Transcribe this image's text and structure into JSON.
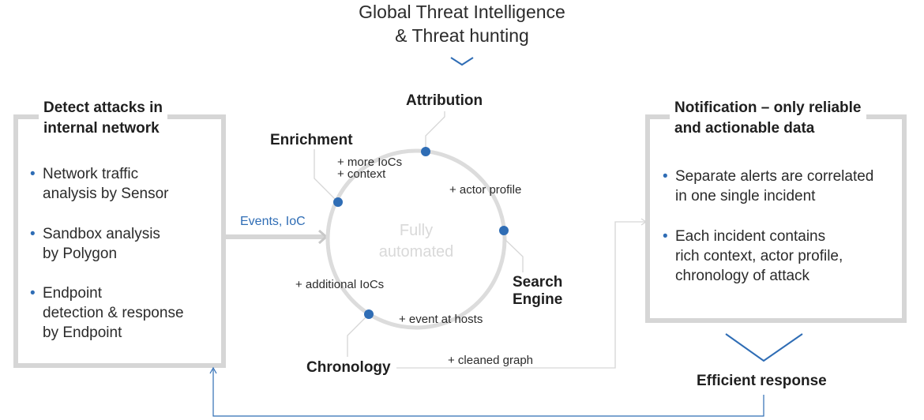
{
  "header": {
    "line1": "Global Threat Intelligence",
    "line2": "& Threat hunting"
  },
  "left_box": {
    "title_line1": "Detect attacks in",
    "title_line2": "internal network",
    "bullets": [
      {
        "line1": "Network traffic",
        "line2": "analysis by Sensor",
        "line3": ""
      },
      {
        "line1": "Sandbox analysis",
        "line2": "by Polygon",
        "line3": ""
      },
      {
        "line1": "Endpoint",
        "line2": "detection & response",
        "line3": "by Endpoint"
      }
    ]
  },
  "right_box": {
    "title_line1": "Notification – only reliable",
    "title_line2": "and actionable data",
    "bullets": [
      {
        "line1": "Separate alerts are correlated",
        "line2": "in one single incident",
        "line3": ""
      },
      {
        "line1": "Each incident contains",
        "line2": "rich context, actor profile,",
        "line3": "chronology of attack"
      }
    ]
  },
  "cycle": {
    "center_line1": "Fully",
    "center_line2": "automated",
    "nodes": {
      "attribution": "Attribution",
      "enrichment": "Enrichment",
      "search_engine_line1": "Search",
      "search_engine_line2": "Engine",
      "chronology": "Chronology"
    },
    "edges": {
      "more_iocs": "+ more IoCs",
      "context": "+ context",
      "actor_profile": "+ actor profile",
      "additional_iocs": "+ additional IoCs",
      "event_at_hosts": "+ event at hosts",
      "cleaned_graph": "+ cleaned graph"
    }
  },
  "flow": {
    "events_label": "Events, IoC",
    "efficient_response": "Efficient response"
  },
  "colors": {
    "accent_blue": "#2f6db5",
    "box_gray": "#d6d6d6",
    "ring_gray": "#dcdcdc",
    "dot_blue": "#2f6db5"
  }
}
